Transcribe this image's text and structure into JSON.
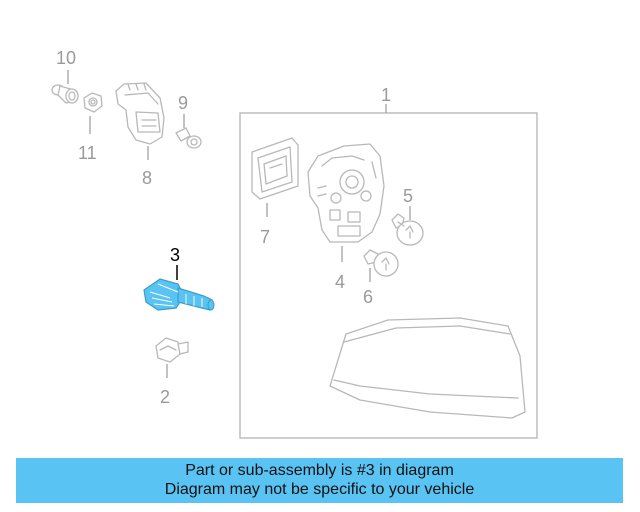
{
  "callouts": {
    "c1": "1",
    "c2": "2",
    "c3": "3",
    "c4": "4",
    "c5": "5",
    "c6": "6",
    "c7": "7",
    "c8": "8",
    "c9": "9",
    "c10": "10",
    "c11": "11"
  },
  "highlight_part": "3",
  "colors": {
    "highlight": "#59c3f3",
    "banner_bg": "#59c3f3",
    "line_art": "#b8b8b8"
  },
  "banner": {
    "line1": "Part or sub-assembly is #3 in diagram",
    "line2": "Diagram may not be specific to your vehicle"
  }
}
